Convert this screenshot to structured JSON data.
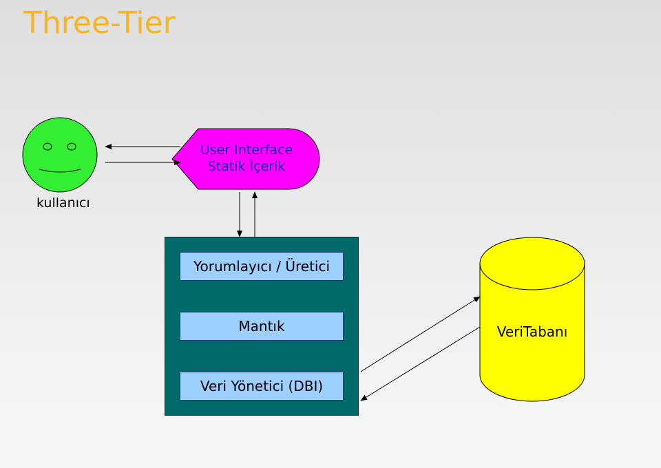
{
  "title": "Three-Tier",
  "user": {
    "label": "kullanıcı",
    "face_color": "#33ee33"
  },
  "ui_tier": {
    "line1": "User Interface",
    "line2": "Statik İçerik",
    "color": "#ff00ff"
  },
  "server": {
    "color": "#006a6a",
    "boxes": [
      "Yorumlayıcı / Üretici",
      "Mantık",
      "Veri Yönetici (DBI)"
    ],
    "box_color": "#9dd0ff"
  },
  "database": {
    "label": "VeriTabanı",
    "color": "#ffff00"
  }
}
